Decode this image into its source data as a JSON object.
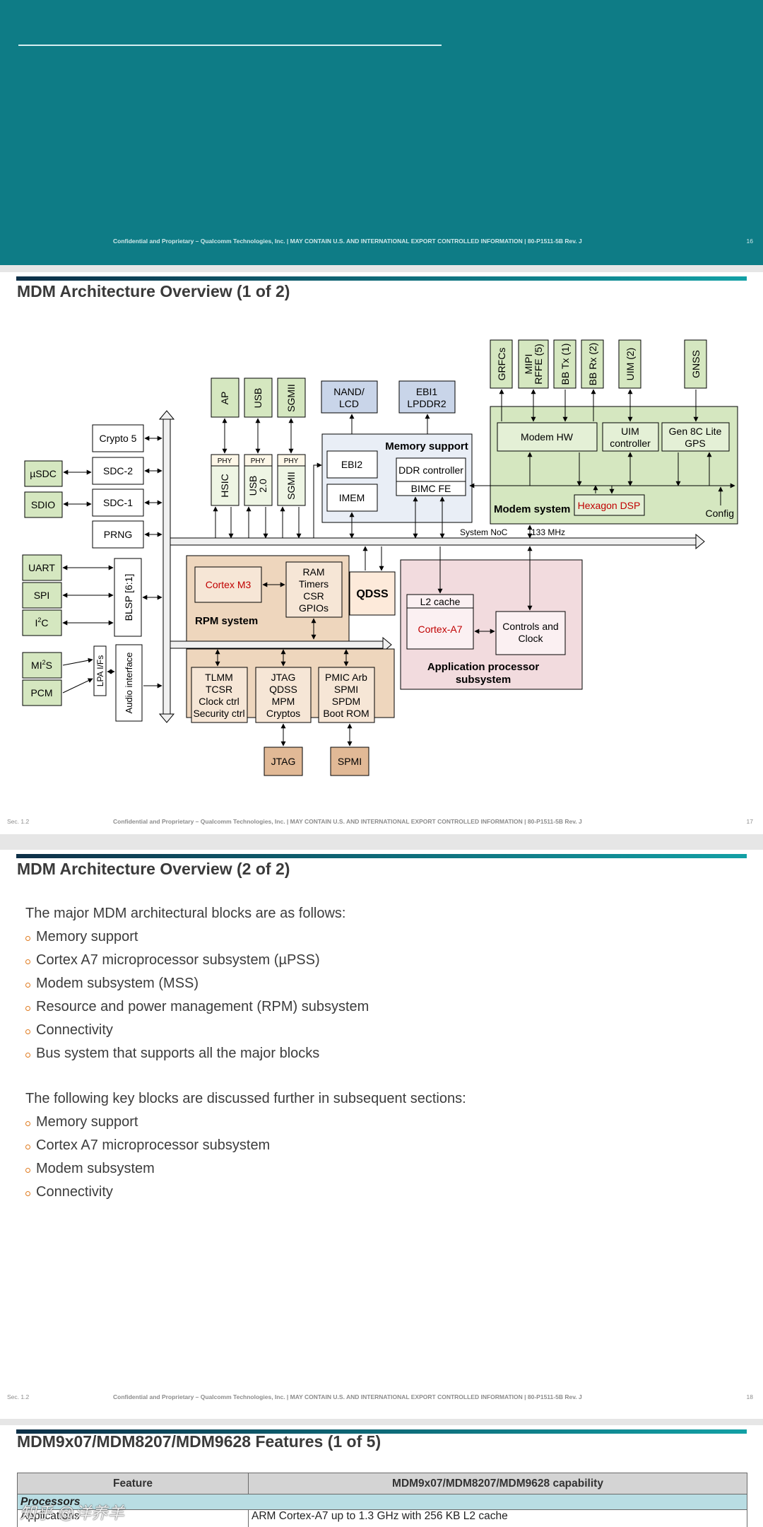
{
  "slide1": {
    "footer": {
      "confidential": "Confidential and Proprietary – Qualcomm Technologies, Inc.  |  MAY CONTAIN U.S. AND INTERNATIONAL EXPORT CONTROLLED INFORMATION  |  80-P1511-5B Rev. J",
      "page_number": "16"
    }
  },
  "slide2": {
    "title": "MDM Architecture Overview (1 of 2)",
    "diagram": {
      "crypto5": "Crypto 5",
      "sdc2": "SDC-2",
      "sdc1": "SDC-1",
      "prng": "PRNG",
      "usdc": "µSDC",
      "sdio": "SDIO",
      "uart": "UART",
      "spi": "SPI",
      "i2c": "I",
      "i2c_sup": "2",
      "i2c_tail": "C",
      "mi2s": "MI",
      "mi2s_sup": "2",
      "mi2s_tail": "S",
      "pcm": "PCM",
      "blsp": "BLSP [6:1]",
      "lpa": "LPA I/Fs",
      "audio": "Audio interface",
      "ap": "AP",
      "usb": "USB",
      "sgmii": "SGMII",
      "phy": "PHY",
      "hsic": "HSIC",
      "usb20_a": "USB",
      "usb20_b": "2.0",
      "sgmii2": "SGMII",
      "nand_a": "NAND/",
      "nand_b": "LCD",
      "ebi1_a": "EBI1",
      "ebi1_b": "LPDDR2",
      "memory_support": "Memory support",
      "ebi2": "EBI2",
      "imem": "IMEM",
      "ddr": "DDR controller",
      "bimc": "BIMC FE",
      "grfcs": "GRFCs",
      "mipi_a": "MIPI",
      "mipi_b": "RFFE (5)",
      "bbtx": "BB Tx (1)",
      "bbrx": "BB Rx (2)",
      "uim2": "UIM (2)",
      "gnss": "GNSS",
      "modem_hw": "Modem HW",
      "uim_ctrl_a": "UIM",
      "uim_ctrl_b": "controller",
      "gen8_a": "Gen 8C Lite",
      "gen8_b": "GPS",
      "modem_system": "Modem system",
      "hexagon": "Hexagon DSP",
      "config": "Config",
      "noc": "System NoC",
      "mhz": "133 MHz",
      "cortex_m3": "Cortex M3",
      "ram": [
        "RAM",
        "Timers",
        "CSR",
        "GPIOs"
      ],
      "rpm_system": "RPM system",
      "qdss": "QDSS",
      "l2": "L2 cache",
      "cortex_a7": "Cortex-A7",
      "controls_a": "Controls and",
      "controls_b": "Clock",
      "app_a": "Application processor",
      "app_b": "subsystem",
      "tlmm": [
        "TLMM",
        "TCSR",
        "Clock ctrl",
        "Security ctrl"
      ],
      "jtag_blk": [
        "JTAG",
        "QDSS",
        "MPM",
        "Cryptos"
      ],
      "pmic": [
        "PMIC Arb",
        "SPMI",
        "SPDM",
        "Boot ROM"
      ],
      "jtag": "JTAG",
      "spmi": "SPMI"
    },
    "footer": {
      "section": "Sec. 1.2",
      "confidential": "Confidential and Proprietary – Qualcomm Technologies, Inc.  |  MAY CONTAIN U.S. AND INTERNATIONAL EXPORT CONTROLLED INFORMATION  |  80-P1511-5B Rev. J",
      "page_number": "17"
    }
  },
  "slide3": {
    "title": "MDM Architecture Overview (2 of 2)",
    "intro1": "The major MDM architectural blocks are as follows:",
    "list1": [
      "Memory support",
      "Cortex A7 microprocessor subsystem (µPSS)",
      "Modem subsystem (MSS)",
      "Resource and power management (RPM) subsystem",
      "Connectivity",
      "Bus system that supports all the major blocks"
    ],
    "intro2": "The following key blocks are discussed further in subsequent sections:",
    "list2": [
      "Memory support",
      "Cortex A7 microprocessor subsystem",
      "Modem subsystem",
      "Connectivity"
    ],
    "footer": {
      "section": "Sec. 1.2",
      "confidential": "Confidential and Proprietary – Qualcomm Technologies, Inc.  |  MAY CONTAIN U.S. AND INTERNATIONAL EXPORT CONTROLLED INFORMATION  |  80-P1511-5B Rev. J",
      "page_number": "18"
    }
  },
  "slide4": {
    "title": "MDM9x07/MDM8207/MDM9628 Features (1 of 5)",
    "table": {
      "col_feature": "Feature",
      "col_capability": "MDM9x07/MDM8207/MDM9628 capability",
      "category": "Processors",
      "row_feature": "Applications",
      "row_capability": "ARM Cortex-A7 up to 1.3 GHz with 256 KB L2 cache"
    },
    "watermark": "知乎 @洋养羊"
  },
  "colors": {
    "teal_slide": "#0e7c86",
    "green_block": "#d5e7c0",
    "blue_block": "#c9d5e9",
    "rpm_block": "#eed6bd",
    "app_block": "#f2dbde",
    "qdss_block": "#fdeada",
    "bullet": "#e07b1f"
  }
}
